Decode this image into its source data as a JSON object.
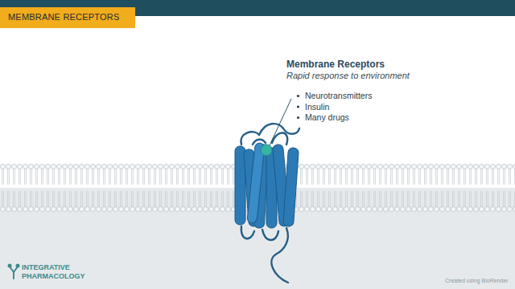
{
  "diagram": {
    "title": "MEMBRANE RECEPTORS",
    "labels": [
      "Membrane Receptors",
      "Rapid response to environment",
      "Neurotransmitters",
      "Insulin",
      "Many drugs",
      "INTEGRATIVE PHARMACOLOGY",
      "Created using BioRender"
    ]
  }
}
